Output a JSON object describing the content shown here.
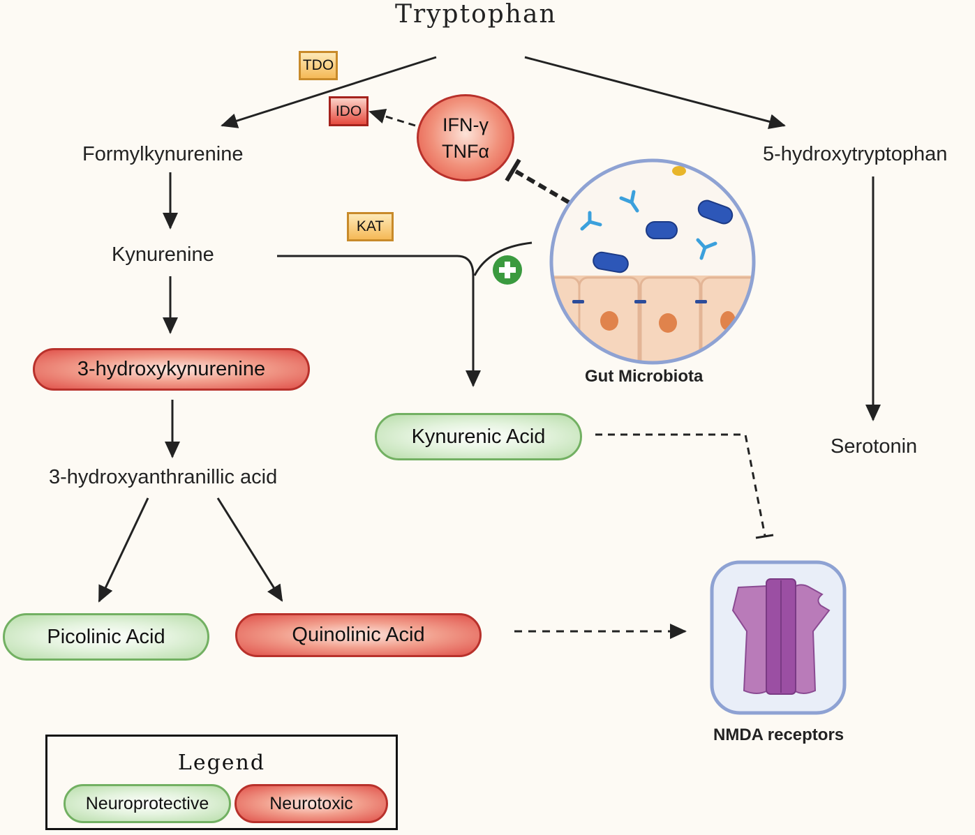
{
  "nodes": {
    "tryptophan": "Tryptophan",
    "formylkynurenine": "Formylkynurenine",
    "kynurenine": "Kynurenine",
    "hydroxykynurenine": "3-hydroxykynurenine",
    "hydroxyanthranilic": "3-hydroxyanthranillic acid",
    "picolinic": "Picolinic Acid",
    "quinolinic": "Quinolinic Acid",
    "kynurenic": "Kynurenic Acid",
    "hydroxytryptophan": "5-hydroxytryptophan",
    "serotonin": "Serotonin"
  },
  "enzymes": {
    "tdo": "TDO",
    "ido": "IDO",
    "kat": "KAT"
  },
  "cytokines": {
    "line1": "IFN-γ",
    "line2": "TNFα"
  },
  "labels": {
    "gut": "Gut Microbiota",
    "nmda": "NMDA receptors"
  },
  "legend": {
    "title": "Legend",
    "protective": "Neuroprotective",
    "toxic": "Neurotoxic"
  },
  "colors": {
    "neuroprotective": "#b8ddaa",
    "neurotoxic": "#e0514a",
    "enzyme_orange": "#f5b957",
    "enzyme_red": "#e54a3e",
    "receptor": "#9b4fa3",
    "activation": "#3a9a3f"
  }
}
